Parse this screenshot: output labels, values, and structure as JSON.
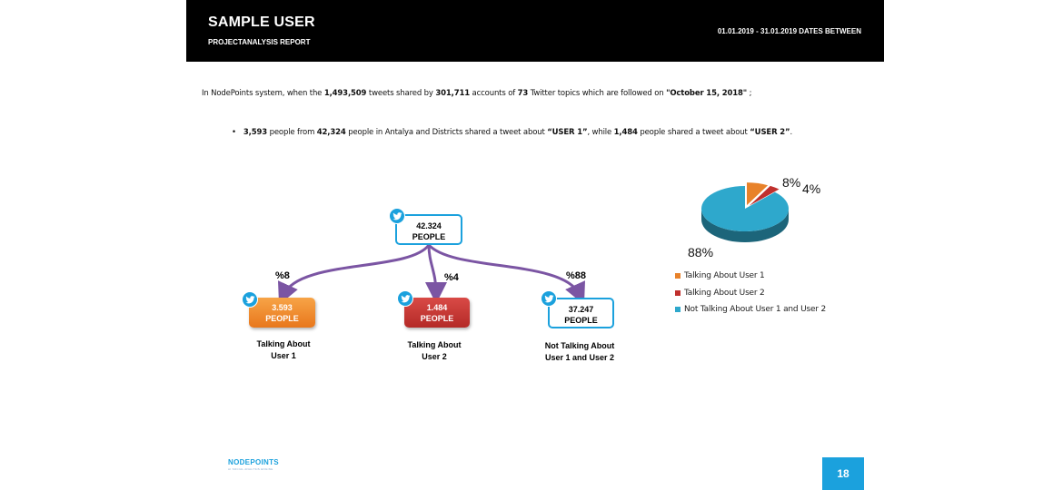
{
  "header": {
    "title": "SAMPLE USER",
    "subtitle": "PROJECTANALYSIS REPORT",
    "date_range": "01.01.2019 - 31.01.2019 DATES BETWEEN"
  },
  "intro": {
    "p1": "In NodePoints  system, when the ",
    "tweets": "1,493,509",
    "p2": " tweets shared by ",
    "accounts": "301,711",
    "p3": " accounts of ",
    "topics": "73",
    "p4": " Twitter topics which are followed on ",
    "date": "\"October 15, 2018\"",
    "p5": " ;"
  },
  "bullet": {
    "dot": "•",
    "user1_count": "3,593",
    "t1": " people from ",
    "total": "42,324",
    "t2": " people in Antalya and Districts shared a tweet about ",
    "user1": "“USER 1”",
    "t3": ", while ",
    "user2_count": "1,484",
    "t4": " people shared a tweet about ",
    "user2": "“USER 2”",
    "t5": "."
  },
  "diagram": {
    "root": {
      "count": "42.324",
      "unit": "PEOPLE"
    },
    "children": [
      {
        "count": "3.593",
        "unit": "PEOPLE",
        "percent": "%8",
        "caption_line1": "Talking About",
        "caption_line2": "User 1",
        "color": "#f08c2c"
      },
      {
        "count": "1.484",
        "unit": "PEOPLE",
        "percent": "%4",
        "caption_line1": "Talking About",
        "caption_line2": "User 2",
        "color": "#c93a37"
      },
      {
        "count": "37.247",
        "unit": "PEOPLE",
        "percent": "%88",
        "caption_line1": "Not Talking About",
        "caption_line2": "User 1 and User 2",
        "color": "#1ba1dd"
      }
    ],
    "arrow_color": "#7b55a3"
  },
  "chart_data": {
    "type": "pie",
    "title": "",
    "style": "3d-exploded",
    "categories": [
      "Talking About User 1",
      "Talking About User 2",
      "Not Talking About User 1 and User 2"
    ],
    "values": [
      8,
      4,
      88
    ],
    "labels": [
      "8%",
      "4%",
      "88%"
    ],
    "colors": [
      "#e8822a",
      "#c0302d",
      "#2ea8cc"
    ],
    "legend_position": "bottom"
  },
  "footer": {
    "logo_name": "NODEPOINTS",
    "logo_tagline": "AI SOCIAL ANALYSIS ENGINE",
    "page_number": "18"
  },
  "colors": {
    "header_bg": "#000000",
    "accent": "#1ba1dd"
  }
}
